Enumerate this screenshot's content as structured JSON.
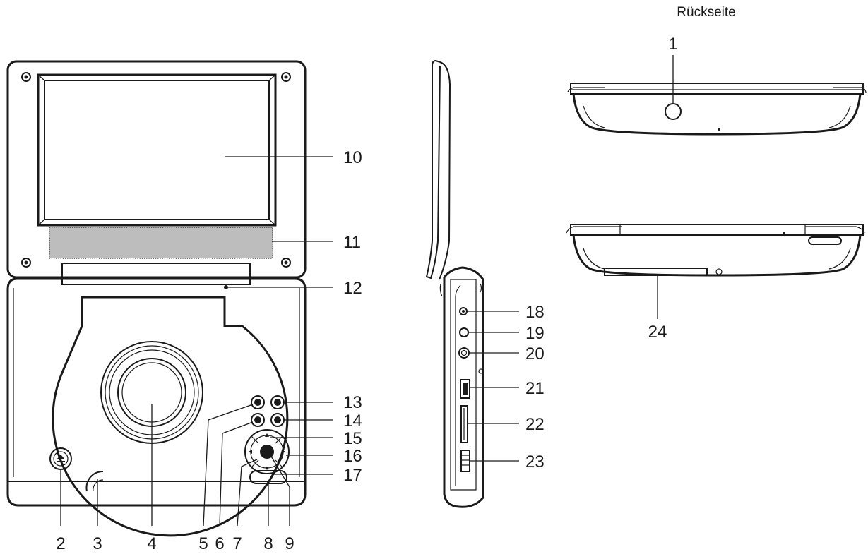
{
  "diagram": {
    "back_title": "Rückseite",
    "labels": {
      "n1": "1",
      "n2": "2",
      "n3": "3",
      "n4": "4",
      "n5": "5",
      "n6": "6",
      "n7": "7",
      "n8": "8",
      "n9": "9",
      "n10": "10",
      "n11": "11",
      "n12": "12",
      "n13": "13",
      "n14": "14",
      "n15": "15",
      "n16": "16",
      "n17": "17",
      "n18": "18",
      "n19": "19",
      "n20": "20",
      "n21": "21",
      "n22": "22",
      "n23": "23",
      "n24": "24"
    },
    "icons": {
      "eject": "eject-icon",
      "ok": "ok-button-icon"
    }
  }
}
